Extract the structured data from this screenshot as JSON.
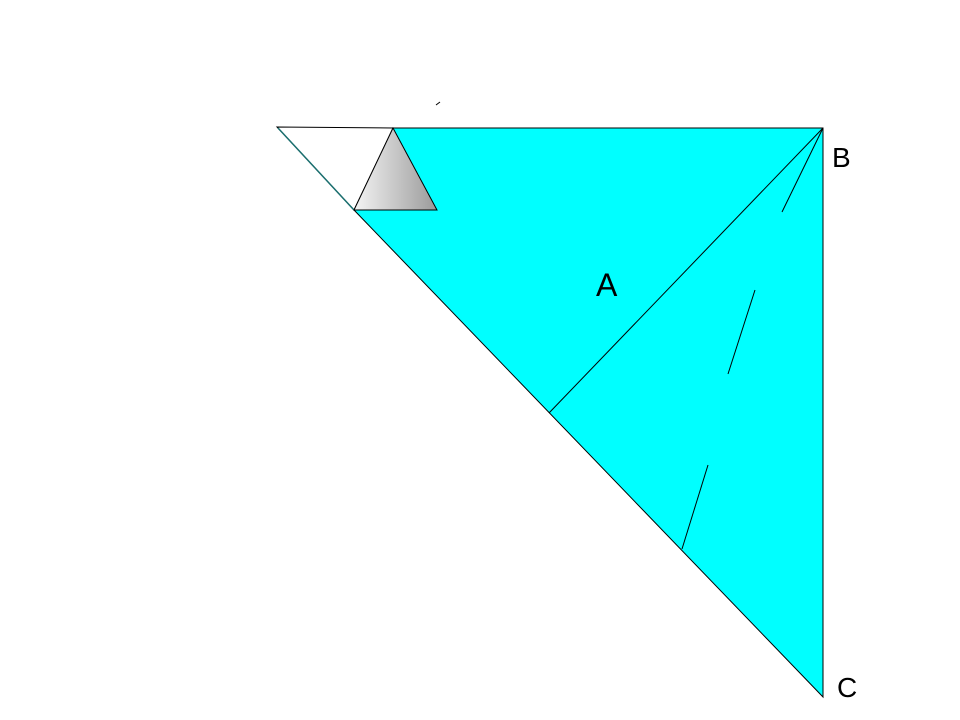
{
  "labels": {
    "a": "A",
    "b": "B",
    "c": "C"
  },
  "colors": {
    "background": "#ffffff",
    "fill": "#00ffff",
    "stroke": "#000000",
    "shade_light": "#f2f2f2",
    "shade_dark": "#9a9a9a"
  }
}
